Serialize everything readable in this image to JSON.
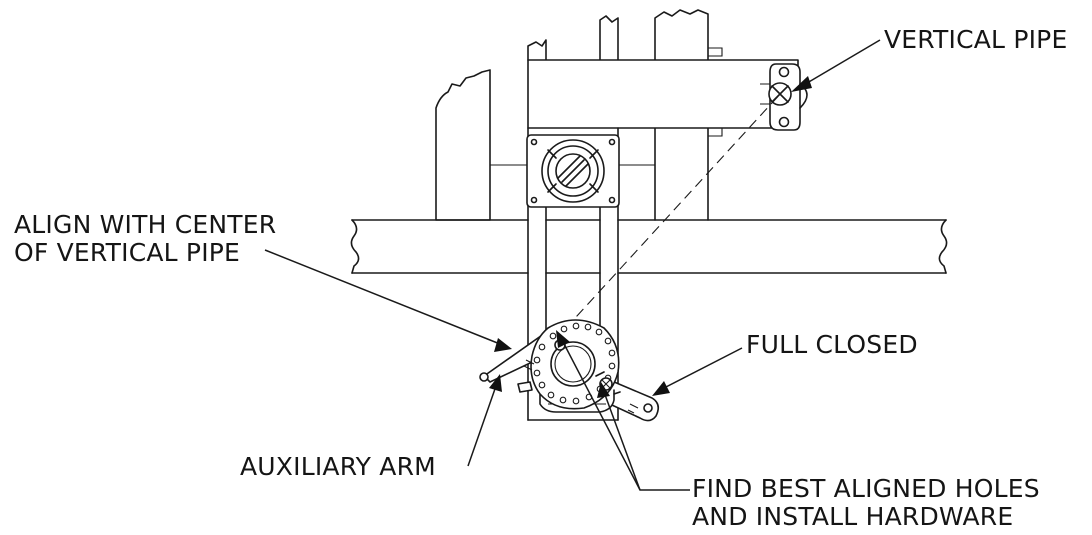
{
  "labels": {
    "vertical_pipe": "VERTICAL PIPE",
    "align_line1": "ALIGN WITH CENTER",
    "align_line2": "OF VERTICAL PIPE",
    "full_closed": "FULL CLOSED",
    "auxiliary_arm": "AUXILIARY ARM",
    "find_line1": "FIND BEST ALIGNED HOLES",
    "find_line2": "AND INSTALL HARDWARE"
  },
  "colors": {
    "line": "#1a1a1a",
    "background": "#ffffff"
  }
}
